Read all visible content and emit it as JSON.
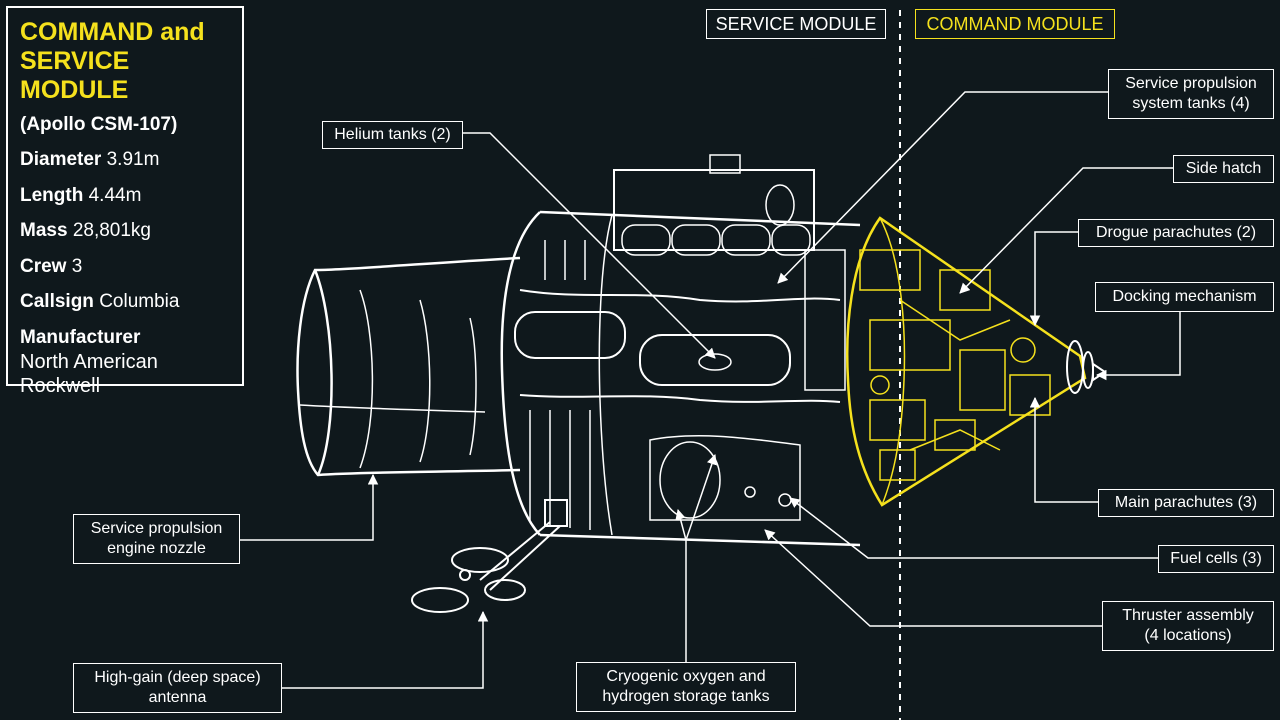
{
  "specs": {
    "title_line1": "COMMAND and",
    "title_line2": "SERVICE MODULE",
    "subtitle": "(Apollo CSM-107)",
    "rows": [
      {
        "label": "Diameter",
        "value": "3.91m"
      },
      {
        "label": "Length",
        "value": "4.44m"
      },
      {
        "label": "Mass",
        "value": "28,801kg"
      },
      {
        "label": "Crew",
        "value": "3"
      },
      {
        "label": "Callsign",
        "value": "Columbia"
      }
    ],
    "manufacturer_label": "Manufacturer",
    "manufacturer_value": "North American\nRockwell"
  },
  "headers": {
    "service_module": "SERVICE MODULE",
    "command_module": "COMMAND MODULE"
  },
  "callouts": {
    "helium_tanks": "Helium tanks (2)",
    "sps_tanks": "Service propulsion\nsystem tanks (4)",
    "side_hatch": "Side hatch",
    "drogue_parachutes": "Drogue parachutes (2)",
    "docking_mechanism": "Docking mechanism",
    "main_parachutes": "Main parachutes (3)",
    "fuel_cells": "Fuel cells (3)",
    "thruster_assembly": "Thruster assembly\n(4 locations)",
    "cryogenic_tanks": "Cryogenic oxygen and\nhydrogen storage tanks",
    "sps_engine_nozzle": "Service propulsion\nengine nozzle",
    "high_gain_antenna": "High-gain (deep space)\nantenna"
  },
  "colors": {
    "background": "#0f181c",
    "line": "#ffffff",
    "accent": "#f5e11d"
  }
}
